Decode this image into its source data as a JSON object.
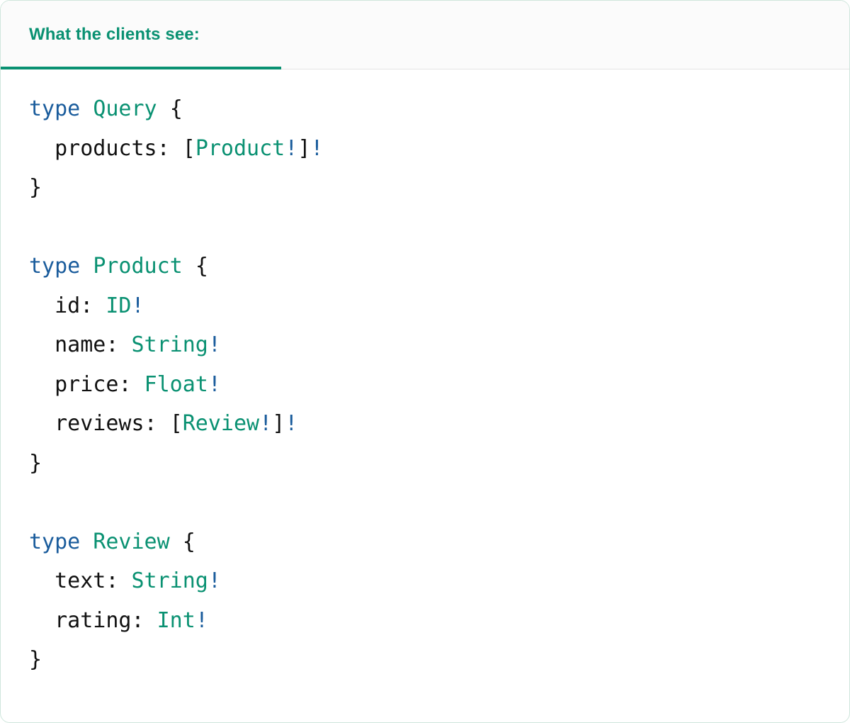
{
  "card": {
    "border_color": "#cfe6dc",
    "background": "#ffffff"
  },
  "header": {
    "tab_label": "What the clients see:",
    "accent_color": "#0a9172",
    "background": "#fbfbfb",
    "divider_color": "#e4e4e4"
  },
  "syntax_colors": {
    "keyword": "#1a5c9c",
    "type_name": "#0a9172",
    "bang": "#1a5c9c",
    "punctuation": "#111111",
    "field_name": "#111111"
  },
  "code": {
    "language": "graphql",
    "raw": "type Query {\n  products: [Product!]!\n}\n\ntype Product {\n  id: ID!\n  name: String!\n  price: Float!\n  reviews: [Review!]!\n}\n\ntype Review {\n  text: String!\n  rating: Int!\n}",
    "lines": [
      {
        "indent": 0,
        "tokens": [
          {
            "t": "type",
            "k": "kw"
          },
          {
            "t": " ",
            "k": "punc"
          },
          {
            "t": "Query",
            "k": "type"
          },
          {
            "t": " ",
            "k": "punc"
          },
          {
            "t": "{",
            "k": "punc"
          }
        ]
      },
      {
        "indent": 2,
        "tokens": [
          {
            "t": "products",
            "k": "field"
          },
          {
            "t": ": ",
            "k": "punc"
          },
          {
            "t": "[",
            "k": "punc"
          },
          {
            "t": "Product",
            "k": "type"
          },
          {
            "t": "!",
            "k": "bang"
          },
          {
            "t": "]",
            "k": "punc"
          },
          {
            "t": "!",
            "k": "bang"
          }
        ]
      },
      {
        "indent": 0,
        "tokens": [
          {
            "t": "}",
            "k": "punc"
          }
        ]
      },
      {
        "indent": 0,
        "tokens": []
      },
      {
        "indent": 0,
        "tokens": [
          {
            "t": "type",
            "k": "kw"
          },
          {
            "t": " ",
            "k": "punc"
          },
          {
            "t": "Product",
            "k": "type"
          },
          {
            "t": " ",
            "k": "punc"
          },
          {
            "t": "{",
            "k": "punc"
          }
        ]
      },
      {
        "indent": 2,
        "tokens": [
          {
            "t": "id",
            "k": "field"
          },
          {
            "t": ": ",
            "k": "punc"
          },
          {
            "t": "ID",
            "k": "type"
          },
          {
            "t": "!",
            "k": "bang"
          }
        ]
      },
      {
        "indent": 2,
        "tokens": [
          {
            "t": "name",
            "k": "field"
          },
          {
            "t": ": ",
            "k": "punc"
          },
          {
            "t": "String",
            "k": "type"
          },
          {
            "t": "!",
            "k": "bang"
          }
        ]
      },
      {
        "indent": 2,
        "tokens": [
          {
            "t": "price",
            "k": "field"
          },
          {
            "t": ": ",
            "k": "punc"
          },
          {
            "t": "Float",
            "k": "type"
          },
          {
            "t": "!",
            "k": "bang"
          }
        ]
      },
      {
        "indent": 2,
        "tokens": [
          {
            "t": "reviews",
            "k": "field"
          },
          {
            "t": ": ",
            "k": "punc"
          },
          {
            "t": "[",
            "k": "punc"
          },
          {
            "t": "Review",
            "k": "type"
          },
          {
            "t": "!",
            "k": "bang"
          },
          {
            "t": "]",
            "k": "punc"
          },
          {
            "t": "!",
            "k": "bang"
          }
        ]
      },
      {
        "indent": 0,
        "tokens": [
          {
            "t": "}",
            "k": "punc"
          }
        ]
      },
      {
        "indent": 0,
        "tokens": []
      },
      {
        "indent": 0,
        "tokens": [
          {
            "t": "type",
            "k": "kw"
          },
          {
            "t": " ",
            "k": "punc"
          },
          {
            "t": "Review",
            "k": "type"
          },
          {
            "t": " ",
            "k": "punc"
          },
          {
            "t": "{",
            "k": "punc"
          }
        ]
      },
      {
        "indent": 2,
        "tokens": [
          {
            "t": "text",
            "k": "field"
          },
          {
            "t": ": ",
            "k": "punc"
          },
          {
            "t": "String",
            "k": "type"
          },
          {
            "t": "!",
            "k": "bang"
          }
        ]
      },
      {
        "indent": 2,
        "tokens": [
          {
            "t": "rating",
            "k": "field"
          },
          {
            "t": ": ",
            "k": "punc"
          },
          {
            "t": "Int",
            "k": "type"
          },
          {
            "t": "!",
            "k": "bang"
          }
        ]
      },
      {
        "indent": 0,
        "tokens": [
          {
            "t": "}",
            "k": "punc"
          }
        ]
      }
    ]
  }
}
